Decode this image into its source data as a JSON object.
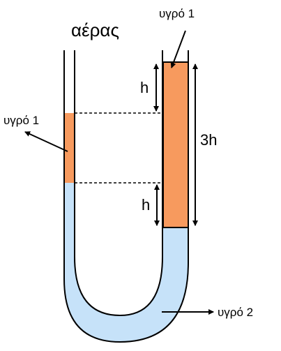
{
  "labels": {
    "air": "αέρας",
    "liquid1_top": "υγρό 1",
    "liquid1_left": "υγρό 1",
    "liquid2": "υγρό 2",
    "h_upper": "h",
    "h_lower": "h",
    "height_3h": "3h"
  },
  "colors": {
    "liquid1": "#f79a5e",
    "liquid2": "#c6e2f9",
    "tube": "#000000"
  }
}
